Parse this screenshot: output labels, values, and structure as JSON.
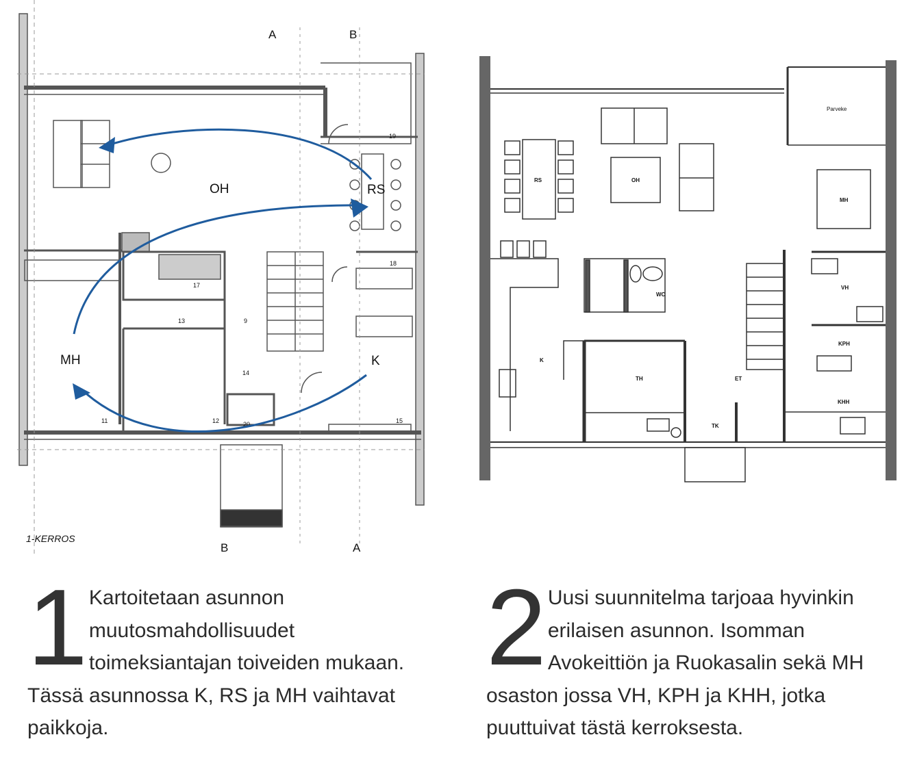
{
  "left_plan": {
    "rooms": {
      "oh": "OH",
      "rs": "RS",
      "mh": "MH",
      "k": "K"
    },
    "floor_label": "1-KERROS",
    "section_marks": {
      "a": "A",
      "b": "B"
    },
    "room_numbers": [
      "19",
      "18",
      "17",
      "13",
      "9",
      "14",
      "11",
      "12",
      "20",
      "15"
    ],
    "accent_color": "#1f5c9e"
  },
  "right_plan": {
    "rooms": {
      "parveke": "Parveke",
      "rs": "RS",
      "oh": "OH",
      "mh": "MH",
      "vh": "VH",
      "wc": "WC",
      "kph": "KPH",
      "k": "K",
      "th": "TH",
      "et": "ET",
      "khh": "KHH",
      "tk": "TK"
    }
  },
  "captions": {
    "step1": {
      "number": "1",
      "text": "Kartoitetaan asunnon muutosmahdollisuudet toimeksiantajan toiveiden mukaan. Tässä asunnossa K, RS ja MH vaihtavat paikkoja."
    },
    "step2": {
      "number": "2",
      "text": "Uusi suunnitelma tarjoaa hyvinkin erilaisen asunnon. Isomman Avokeittiön ja Ruokasalin sekä MH osaston jossa VH, KPH ja KHH, jotka puuttuivat tästä kerroksesta."
    }
  }
}
